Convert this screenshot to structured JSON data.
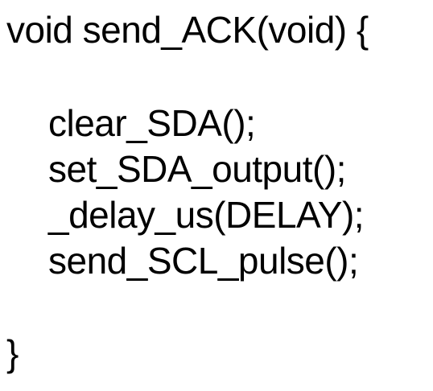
{
  "code": {
    "lines": [
      "void send_ACK(void) {",
      "clear_SDA();",
      "set_SDA_output();",
      "_delay_us(DELAY);",
      "send_SCL_pulse();",
      "}"
    ]
  }
}
